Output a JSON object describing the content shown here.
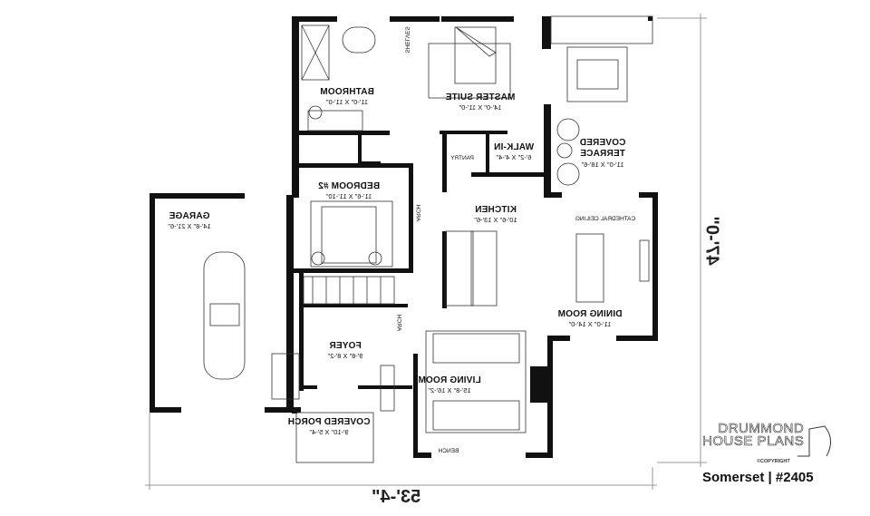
{
  "rooms": {
    "bathroom": {
      "name": "BATHROOM",
      "size": "11'-0\" X 11'-0\""
    },
    "master_suite": {
      "name": "MASTER SUITE",
      "size": "14'-0\" X 11'-0\""
    },
    "shelves": "SHELVES",
    "walk_in": {
      "name": "WALK-IN",
      "size": "6'-2\" X 4'-4\""
    },
    "pantry": "PANTRY",
    "covered_terrace": {
      "name1": "COVERED",
      "name2": "TERRACE",
      "size": "11'-0\" X 18'-6\""
    },
    "bedroom2": {
      "name": "BEDROOM #2",
      "size": "11'-6\" X 11'-10\""
    },
    "kitchen": {
      "name": "KITCHEN",
      "size": "10'-6\" X 13'-6\""
    },
    "cathedral": "CATHEDRAL CEILING",
    "arch": "ARCH",
    "garage": {
      "name": "GARAGE",
      "size": "14'-8\" X 21'-6\""
    },
    "dining": {
      "name": "DINING ROOM",
      "size": "11'-0\" X 14'-0\""
    },
    "foyer": {
      "name": "FOYER",
      "size": "9'-8\" X 8'-2\""
    },
    "living": {
      "name": "LIVING ROOM",
      "size": "15'-8\" X 16'-2\""
    },
    "porch": {
      "name": "COVERED PORCH",
      "size": "9'-10\" X 5'-4\""
    },
    "bench": "BENCH"
  },
  "dimensions": {
    "width": "53'-4\"",
    "depth": "47'-0\""
  },
  "branding": {
    "logo_line1": "DRUMMOND",
    "logo_line2": "HOUSE PLANS",
    "copyright": "©COPYRIGHT",
    "title": "Somerset | #2405"
  }
}
